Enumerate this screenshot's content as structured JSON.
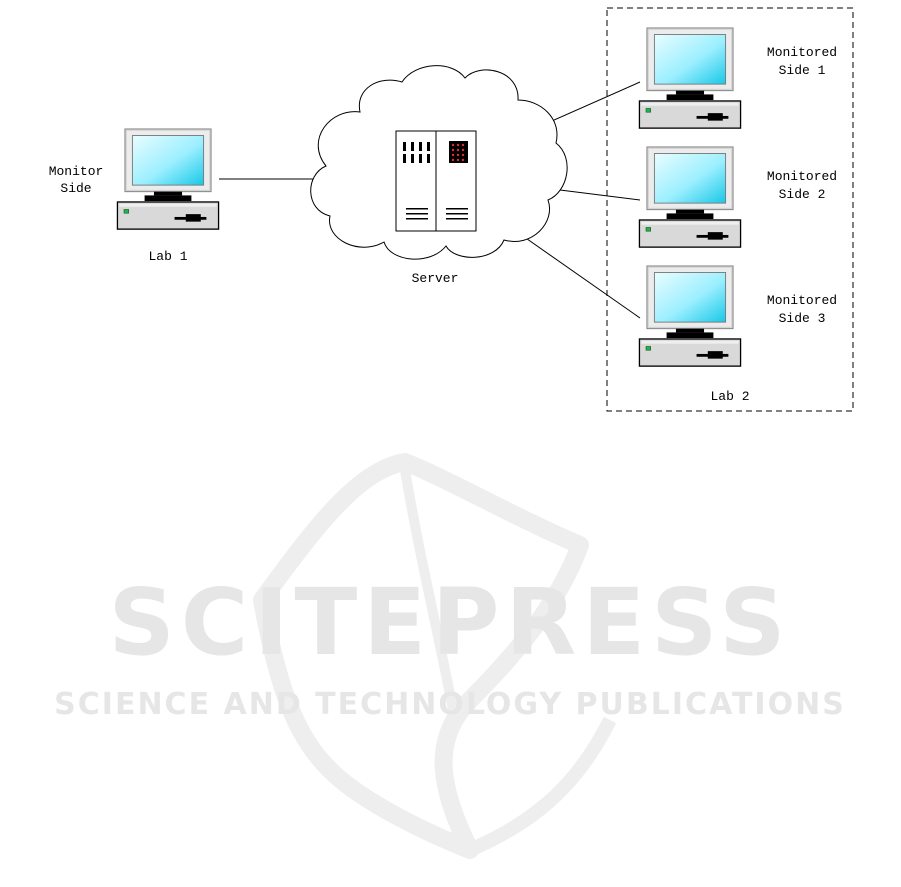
{
  "diagram": {
    "monitor_label": [
      "Monitor",
      "Side"
    ],
    "lab1_label": "Lab 1",
    "server_label": "Server",
    "lab2_label": "Lab 2",
    "monitored": [
      {
        "line1": "Monitored",
        "line2": "Side 1"
      },
      {
        "line1": "Monitored",
        "line2": "Side 2"
      },
      {
        "line1": "Monitored",
        "line2": "Side 3"
      }
    ]
  },
  "watermark": {
    "title": "SCITEPRESS",
    "subtitle": "SCIENCE AND TECHNOLOGY PUBLICATIONS"
  },
  "colors": {
    "screen": "#c9f5ff",
    "screen_edge": "#18c8e8",
    "case": "#d9d9d9",
    "led": "#22b14c",
    "watermark": "#e6e6e6"
  }
}
